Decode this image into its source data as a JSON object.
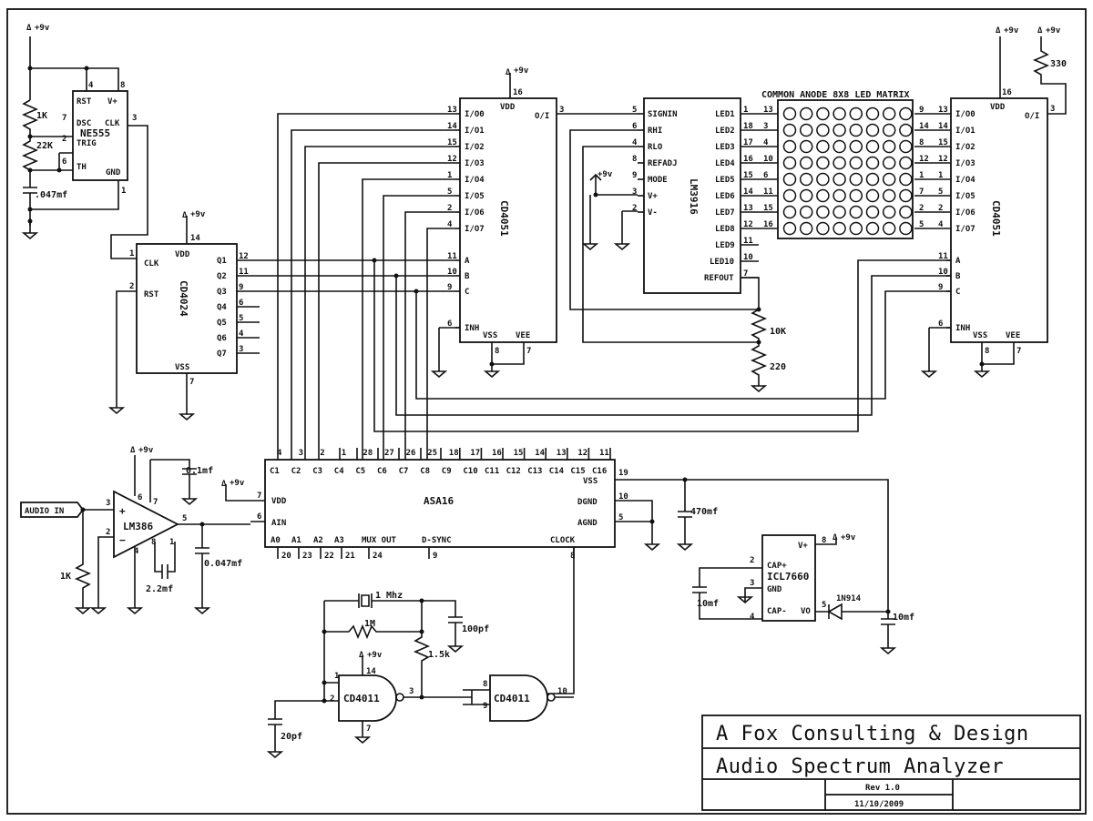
{
  "title_block": {
    "company": "A Fox Consulting & Design",
    "project": "Audio Spectrum Analyzer",
    "rev": "Rev 1.0",
    "date": "11/10/2009"
  },
  "supply": "+9v",
  "chips": {
    "ne555": {
      "name": "NE555",
      "pins": [
        "RST",
        "V+",
        "DSC",
        "CLK",
        "TRIG",
        "TH",
        "GND"
      ],
      "pin_numbers": [
        "4",
        "8",
        "7",
        "3",
        "2",
        "6",
        "1"
      ]
    },
    "cd4024": {
      "name": "CD4024",
      "vdd": "VDD",
      "vss": "VSS",
      "pins_left": [
        "CLK",
        "RST"
      ],
      "pin_numbers_left": [
        "1",
        "2"
      ],
      "outputs": [
        "Q1",
        "Q2",
        "Q3",
        "Q4",
        "Q5",
        "Q6",
        "Q7"
      ],
      "output_pins": [
        "12",
        "11",
        "9",
        "6",
        "5",
        "4",
        "3"
      ],
      "vdd_pin": "14",
      "vss_pin": "7"
    },
    "cd4051_left": {
      "name": "CD4051",
      "vdd": "VDD",
      "oi": "O/I",
      "io": [
        "I/O0",
        "I/O1",
        "I/O2",
        "I/O3",
        "I/O4",
        "I/O5",
        "I/O6",
        "I/O7"
      ],
      "io_pins": [
        "13",
        "14",
        "15",
        "12",
        "1",
        "5",
        "2",
        "4"
      ],
      "sel": [
        "A",
        "B",
        "C",
        "INH"
      ],
      "sel_pins": [
        "11",
        "10",
        "9",
        "6"
      ],
      "vss": "VSS",
      "vee": "VEE",
      "vdd_pin": "16",
      "oi_pin": "3",
      "vss_pin": "8",
      "vee_pin": "7"
    },
    "lm3916": {
      "name": "LM3916",
      "pins_left": [
        "SIGNIN",
        "RHI",
        "RLO",
        "REFADJ",
        "MODE",
        "V+",
        "V-"
      ],
      "pin_numbers_left": [
        "5",
        "6",
        "4",
        "8",
        "9",
        "3",
        "2"
      ],
      "leds": [
        "LED1",
        "LED2",
        "LED3",
        "LED4",
        "LED5",
        "LED6",
        "LED7",
        "LED8",
        "LED9",
        "LED10",
        "REFOUT"
      ],
      "led_pins": [
        "1",
        "18",
        "17",
        "16",
        "15",
        "14",
        "13",
        "12",
        "11",
        "10",
        "7"
      ],
      "matrix_pins": [
        "13",
        "3",
        "4",
        "10",
        "6",
        "11",
        "15",
        "16"
      ]
    },
    "matrix": {
      "label": "COMMON ANODE 8X8 LED MATRIX",
      "rows": 8,
      "cols": 8
    },
    "cd4051_right": {
      "name": "CD4051",
      "vdd": "VDD",
      "oi": "O/I",
      "io": [
        "I/O0",
        "I/O1",
        "I/O2",
        "I/O3",
        "I/O4",
        "I/O5",
        "I/O6",
        "I/O7"
      ],
      "io_pins": [
        "13",
        "14",
        "15",
        "12",
        "1",
        "5",
        "2",
        "4"
      ],
      "matrix_pins": [
        "9",
        "14",
        "8",
        "12",
        "1",
        "7",
        "2",
        "5"
      ],
      "sel": [
        "A",
        "B",
        "C",
        "INH"
      ],
      "sel_pins": [
        "11",
        "10",
        "9",
        "6"
      ],
      "vss": "VSS",
      "vee": "VEE",
      "vdd_pin": "16",
      "oi_pin": "3",
      "vss_pin": "8",
      "vee_pin": "7"
    },
    "asa16": {
      "name": "ASA16",
      "channels": [
        "C1",
        "C2",
        "C3",
        "C4",
        "C5",
        "C6",
        "C7",
        "C8",
        "C9",
        "C10",
        "C11",
        "C12",
        "C13",
        "C14",
        "C15",
        "C16"
      ],
      "channel_pins": [
        "4",
        "3",
        "2",
        "1",
        "28",
        "27",
        "26",
        "25",
        "18",
        "17",
        "16",
        "15",
        "14",
        "13",
        "12",
        "11"
      ],
      "left": [
        "VDD",
        "AIN"
      ],
      "left_pins": [
        "7",
        "6"
      ],
      "right": [
        "VSS",
        "DGND",
        "AGND"
      ],
      "right_pins": [
        "19",
        "10",
        "5"
      ],
      "bottom": [
        "A0",
        "A1",
        "A2",
        "A3",
        "MUX OUT",
        "D-SYNC",
        "CLOCK"
      ],
      "bottom_pins": [
        "20",
        "23",
        "22",
        "21",
        "24",
        "9",
        "8"
      ]
    },
    "lm386": {
      "name": "LM386",
      "pins": [
        "6",
        "7",
        "3",
        "2",
        "4",
        "8",
        "1",
        "5"
      ]
    },
    "icl7660": {
      "name": "ICL7660",
      "pins": [
        "CAP+",
        "GND",
        "CAP-",
        "V+",
        "VO"
      ],
      "pin_numbers": [
        "2",
        "3",
        "4",
        "8",
        "5"
      ]
    },
    "cd4011_a": {
      "name": "CD4011",
      "pins": [
        "1",
        "2",
        "3",
        "14",
        "7"
      ]
    },
    "cd4011_b": {
      "name": "CD4011",
      "pins": [
        "8",
        "9",
        "10"
      ]
    }
  },
  "components": {
    "r1k_top": "1K",
    "r22k": "22K",
    "c047_555": ".047mf",
    "r330": "330",
    "r10k": "10K",
    "r220": "220",
    "audio_in": "AUDIO IN",
    "r1k_in": "1K",
    "c01": "0.1mf",
    "c22": "2.2mf",
    "c047_out": "0.047mf",
    "c470": "470mf",
    "c10_a": "10mf",
    "c10_b": "10mf",
    "diode": "1N914",
    "crystal": "1 Mhz",
    "r1m": "1M",
    "r15k": "1.5k",
    "c100p": "100pf",
    "c20p": "20pf"
  }
}
